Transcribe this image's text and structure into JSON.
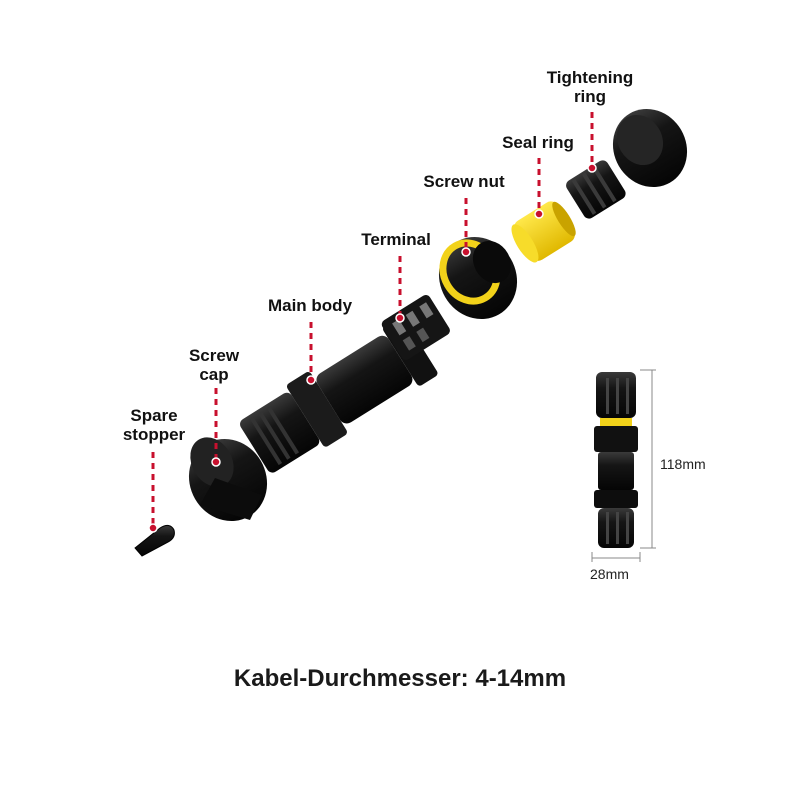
{
  "parts": [
    {
      "name": "Spare stopper"
    },
    {
      "name": "Screw cap"
    },
    {
      "name": "Main body"
    },
    {
      "name": "Terminal"
    },
    {
      "name": "Screw nut"
    },
    {
      "name": "Seal ring"
    },
    {
      "name": "Tightening ring"
    }
  ],
  "labels": {
    "spare_stopper_1": "Spare",
    "spare_stopper_2": "stopper",
    "screw_cap_1": "Screw",
    "screw_cap_2": "cap",
    "main_body": "Main body",
    "terminal": "Terminal",
    "screw_nut": "Screw nut",
    "seal_ring": "Seal ring",
    "tightening_ring_1": "Tightening",
    "tightening_ring_2": "ring"
  },
  "dimensions": {
    "height": "118mm",
    "width": "28mm"
  },
  "caption": "Kabel-Durchmesser: 4-14mm",
  "colors": {
    "body": "#141414",
    "accent_yellow": "#f2d21a",
    "leader_red": "#c8102e",
    "dim_line": "#888888"
  }
}
